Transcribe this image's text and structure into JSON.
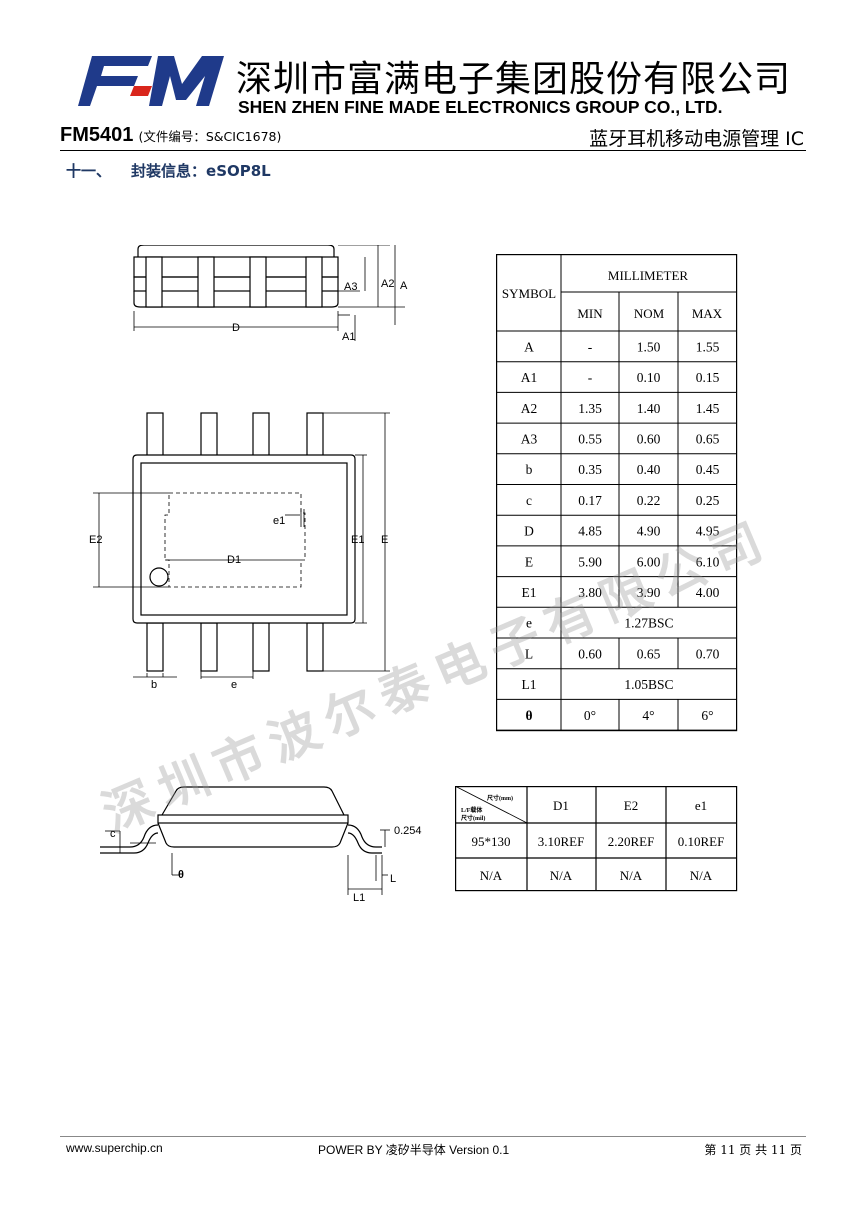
{
  "header": {
    "company_cn": "深圳市富满电子集团股份有限公司",
    "company_en": "SHEN ZHEN FINE MADE ELECTRONICS GROUP CO., LTD.",
    "part_no": "FM5401",
    "doc_no": "(文件编号：S&CIC1678)",
    "product_title": "蓝牙耳机移动电源管理 IC",
    "logo_colors": {
      "main": "#1f3a8a",
      "accent": "#d9261c"
    }
  },
  "section": {
    "number": "十一、",
    "title": "封装信息：eSOP8L"
  },
  "drawing_labels": {
    "side": [
      "A3",
      "A2",
      "A",
      "D",
      "A1"
    ],
    "top": [
      "E2",
      "e1",
      "D1",
      "E1",
      "E",
      "b",
      "e"
    ],
    "profile": [
      "c",
      "θ",
      "0.254",
      "L",
      "L1"
    ]
  },
  "dim_table": {
    "symbol_header": "SYMBOL",
    "unit_header": "MILLIMETER",
    "cols": [
      "MIN",
      "NOM",
      "MAX"
    ],
    "rows": [
      [
        "A",
        "-",
        "1.50",
        "1.55"
      ],
      [
        "A1",
        "-",
        "0.10",
        "0.15"
      ],
      [
        "A2",
        "1.35",
        "1.40",
        "1.45"
      ],
      [
        "A3",
        "0.55",
        "0.60",
        "0.65"
      ],
      [
        "b",
        "0.35",
        "0.40",
        "0.45"
      ],
      [
        "c",
        "0.17",
        "0.22",
        "0.25"
      ],
      [
        "D",
        "4.85",
        "4.90",
        "4.95"
      ],
      [
        "E",
        "5.90",
        "6.00",
        "6.10"
      ],
      [
        "E1",
        "3.80",
        "3.90",
        "4.00"
      ],
      [
        "e",
        "1.27BSC"
      ],
      [
        "L",
        "0.60",
        "0.65",
        "0.70"
      ],
      [
        "L1",
        "1.05BSC"
      ],
      [
        "θ",
        "0°",
        "4°",
        "6°"
      ]
    ]
  },
  "pad_table": {
    "corner_top": "尺寸(mm)",
    "corner_mid": "L/F载体",
    "corner_bottom": "尺寸(mil)",
    "cols": [
      "D1",
      "E2",
      "e1"
    ],
    "rows": [
      [
        "95*130",
        "3.10REF",
        "2.20REF",
        "0.10REF"
      ],
      [
        "N/A",
        "N/A",
        "N/A",
        "N/A"
      ]
    ]
  },
  "watermark": "深圳市波尔泰电子有限公司",
  "footer": {
    "website": "www.superchip.cn",
    "power_by": "POWER BY 凌矽半导体 Version 0.1",
    "page": "第 11 页 共 11 页"
  }
}
